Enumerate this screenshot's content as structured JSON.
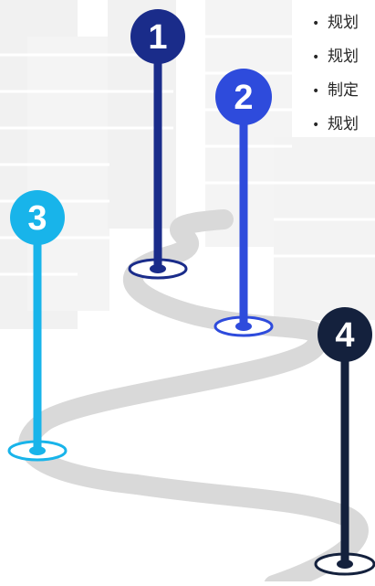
{
  "pins": [
    {
      "number": "1",
      "color": "#1a2c8a"
    },
    {
      "number": "2",
      "color": "#2e4bdc"
    },
    {
      "number": "3",
      "color": "#18b4ea"
    },
    {
      "number": "4",
      "color": "#14213d"
    }
  ],
  "bullets": [
    "规划",
    "规划",
    "制定",
    "规划"
  ],
  "colors": {
    "road": "#d9d9d9",
    "building": "#f1f1f1",
    "text": "#262626"
  }
}
